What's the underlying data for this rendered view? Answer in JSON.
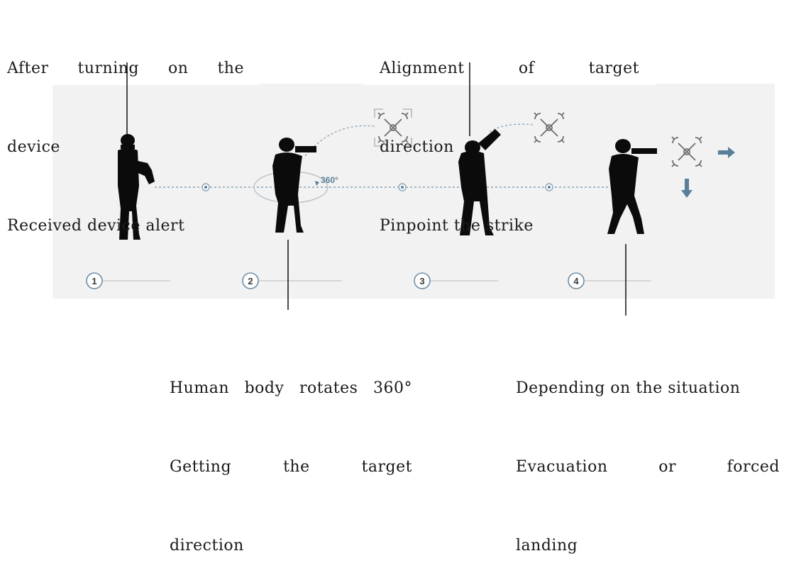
{
  "captions": {
    "step1": {
      "line1_words": [
        "After",
        "turning",
        "on",
        "the"
      ],
      "line2": "device",
      "line3": "Received device alert"
    },
    "step2": {
      "line1_words": [
        "Human",
        "body",
        "rotates",
        "360°"
      ],
      "line2_words": [
        "Getting",
        "the",
        "target"
      ],
      "line3": "direction"
    },
    "step3": {
      "line1_words": [
        "Alignment",
        "of",
        "target"
      ],
      "line2": "direction",
      "line3": "Pinpoint the strike"
    },
    "step4": {
      "line1": "Depending on the situation",
      "line2_words": [
        "Evacuation",
        "or",
        "forced"
      ],
      "line3": "landing"
    }
  },
  "rotation_label": "360°",
  "steps": [
    "1",
    "2",
    "3",
    "4"
  ],
  "icons": [
    "soldier-silhouette-icon",
    "drone-icon",
    "arrow-right-icon",
    "arrow-down-icon"
  ],
  "colors": {
    "panel": "#f2f2f2",
    "accent_blue": "#5b7f99",
    "dashed_line": "#8aa2b5"
  }
}
